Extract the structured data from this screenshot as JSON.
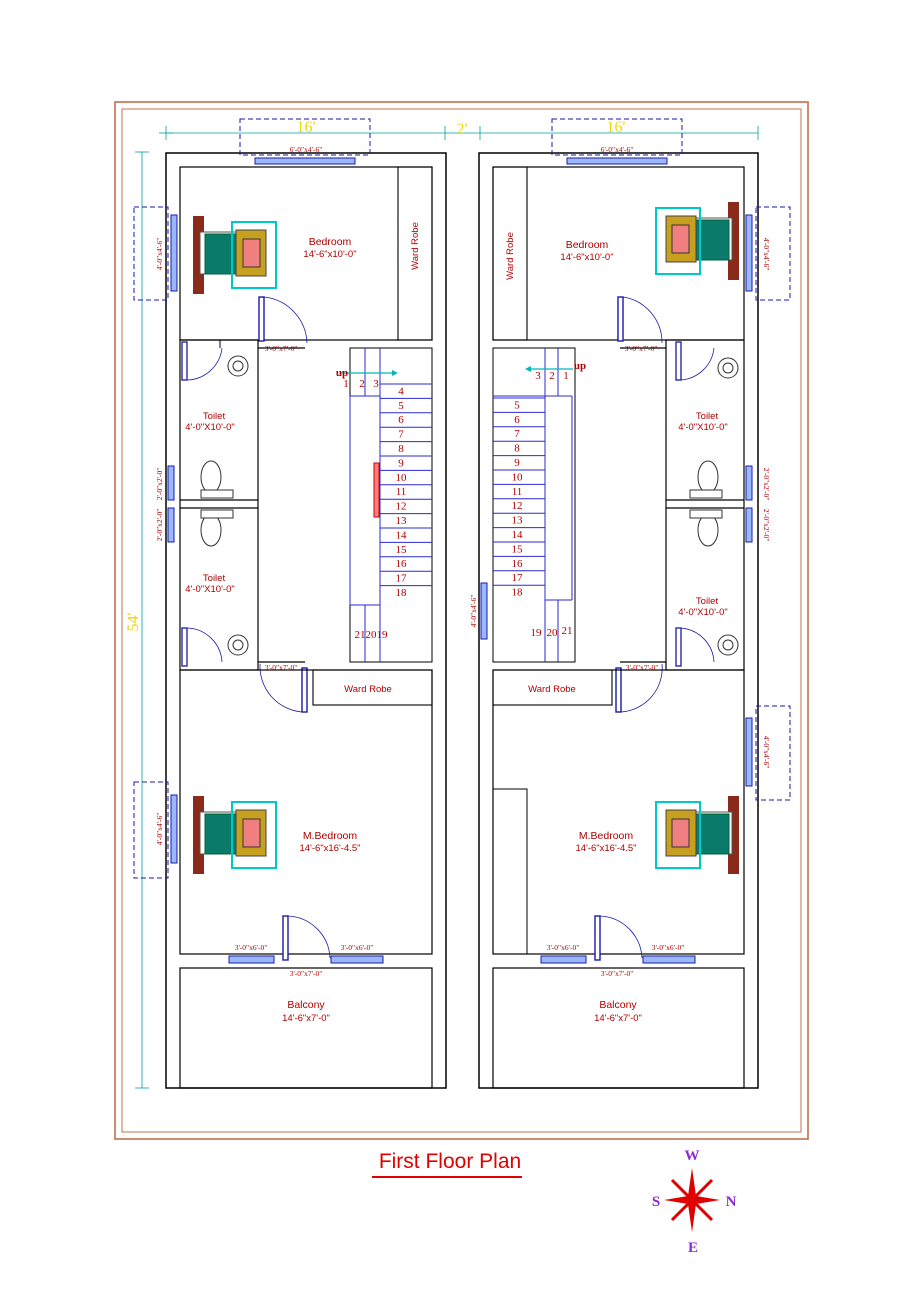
{
  "title": "First Floor Plan",
  "top_dims": {
    "left_width": "16'",
    "gap": "2'",
    "right_width": "16'"
  },
  "side_dim": "54'",
  "left_unit": {
    "bedroom": {
      "name": "Bedroom",
      "size": "14'-6\"x10'-0\""
    },
    "ward_robe_top": "Ward Robe",
    "ward_robe_mid": "Ward Robe",
    "toilet1": {
      "name": "Toilet",
      "size": "4'-0\"X10'-0\""
    },
    "toilet2": {
      "name": "Toilet",
      "size": "4'-0\"X10'-0\""
    },
    "master_bedroom": {
      "name": "M.Bedroom",
      "size": "14'-6\"x16'-4.5\""
    },
    "balcony": {
      "name": "Balcony",
      "size": "14'-6\"x7'-0\""
    },
    "stair_up": "up",
    "stair_top": [
      "1",
      "2",
      "3"
    ],
    "steps": [
      "4",
      "5",
      "6",
      "7",
      "8",
      "9",
      "10",
      "11",
      "12",
      "13",
      "14",
      "15",
      "16",
      "17",
      "18"
    ],
    "stair_bottom": "212019",
    "dims": {
      "window_top": "6'-0\"x4'-6\"",
      "window_side1": "4'-0\"x4'-6\"",
      "window_side2": "4'-0\"x4'-6\"",
      "vent1": "2'-0\"x2'-0\"",
      "vent2": "2'-0\"x2'-0\"",
      "door_bed": "3'-0\"x7'-0\"",
      "door_mbed": "3'-0\"x7'-0\"",
      "window_bal1": "3'-0\"x6'-0\"",
      "window_bal2": "3'-0\"x6'-0\"",
      "door_bal": "3'-0\"x7'-0\""
    }
  },
  "right_unit": {
    "bedroom": {
      "name": "Bedroom",
      "size": "14'-6\"x10'-0\""
    },
    "ward_robe_top": "Ward Robe",
    "ward_robe_mid": "Ward Robe",
    "toilet1": {
      "name": "Toilet",
      "size": "4'-0\"X10'-0\""
    },
    "toilet2": {
      "name": "Toilet",
      "size": "4'-0\"X10'-0\""
    },
    "master_bedroom": {
      "name": "M.Bedroom",
      "size": "14'-6\"x16'-4.5\""
    },
    "balcony": {
      "name": "Balcony",
      "size": "14'-6\"x7'-0\""
    },
    "stair_up": "up",
    "stair_top": [
      "3",
      "2",
      "1"
    ],
    "steps": [
      "5",
      "6",
      "7",
      "8",
      "9",
      "10",
      "11",
      "12",
      "13",
      "14",
      "15",
      "16",
      "17",
      "18"
    ],
    "stair_bottom": [
      "19",
      "20",
      "21"
    ],
    "dims": {
      "window_top": "6'-0\"x4'-6\"",
      "window_side1": "4'-0\"x4'-6\"",
      "window_side2": "4'-0\"x4'-6\"",
      "window_stair": "4'-0\"x4'-6\"",
      "vent1": "2'-0\"x2'-0\"",
      "vent2": "2'-0\"x2'-0\"",
      "door_bed": "3'-0\"x7'-0\"",
      "door_mbed": "3'-0\"x7'-0\"",
      "window_bal1": "3'-0\"x6'-0\"",
      "window_bal2": "3'-0\"x6'-0\"",
      "door_bal": "3'-0\"x7'-0\""
    }
  },
  "compass": {
    "top": "W",
    "left": "S",
    "right": "N",
    "bottom": "E"
  },
  "colors": {
    "wall": "#000000",
    "label": "#b00000",
    "door": "#1a1aa8",
    "border": "#c0704a",
    "stairs": "#2a2ad0",
    "dim_yellow": "#f2d600",
    "teal": "#00b8b8"
  }
}
